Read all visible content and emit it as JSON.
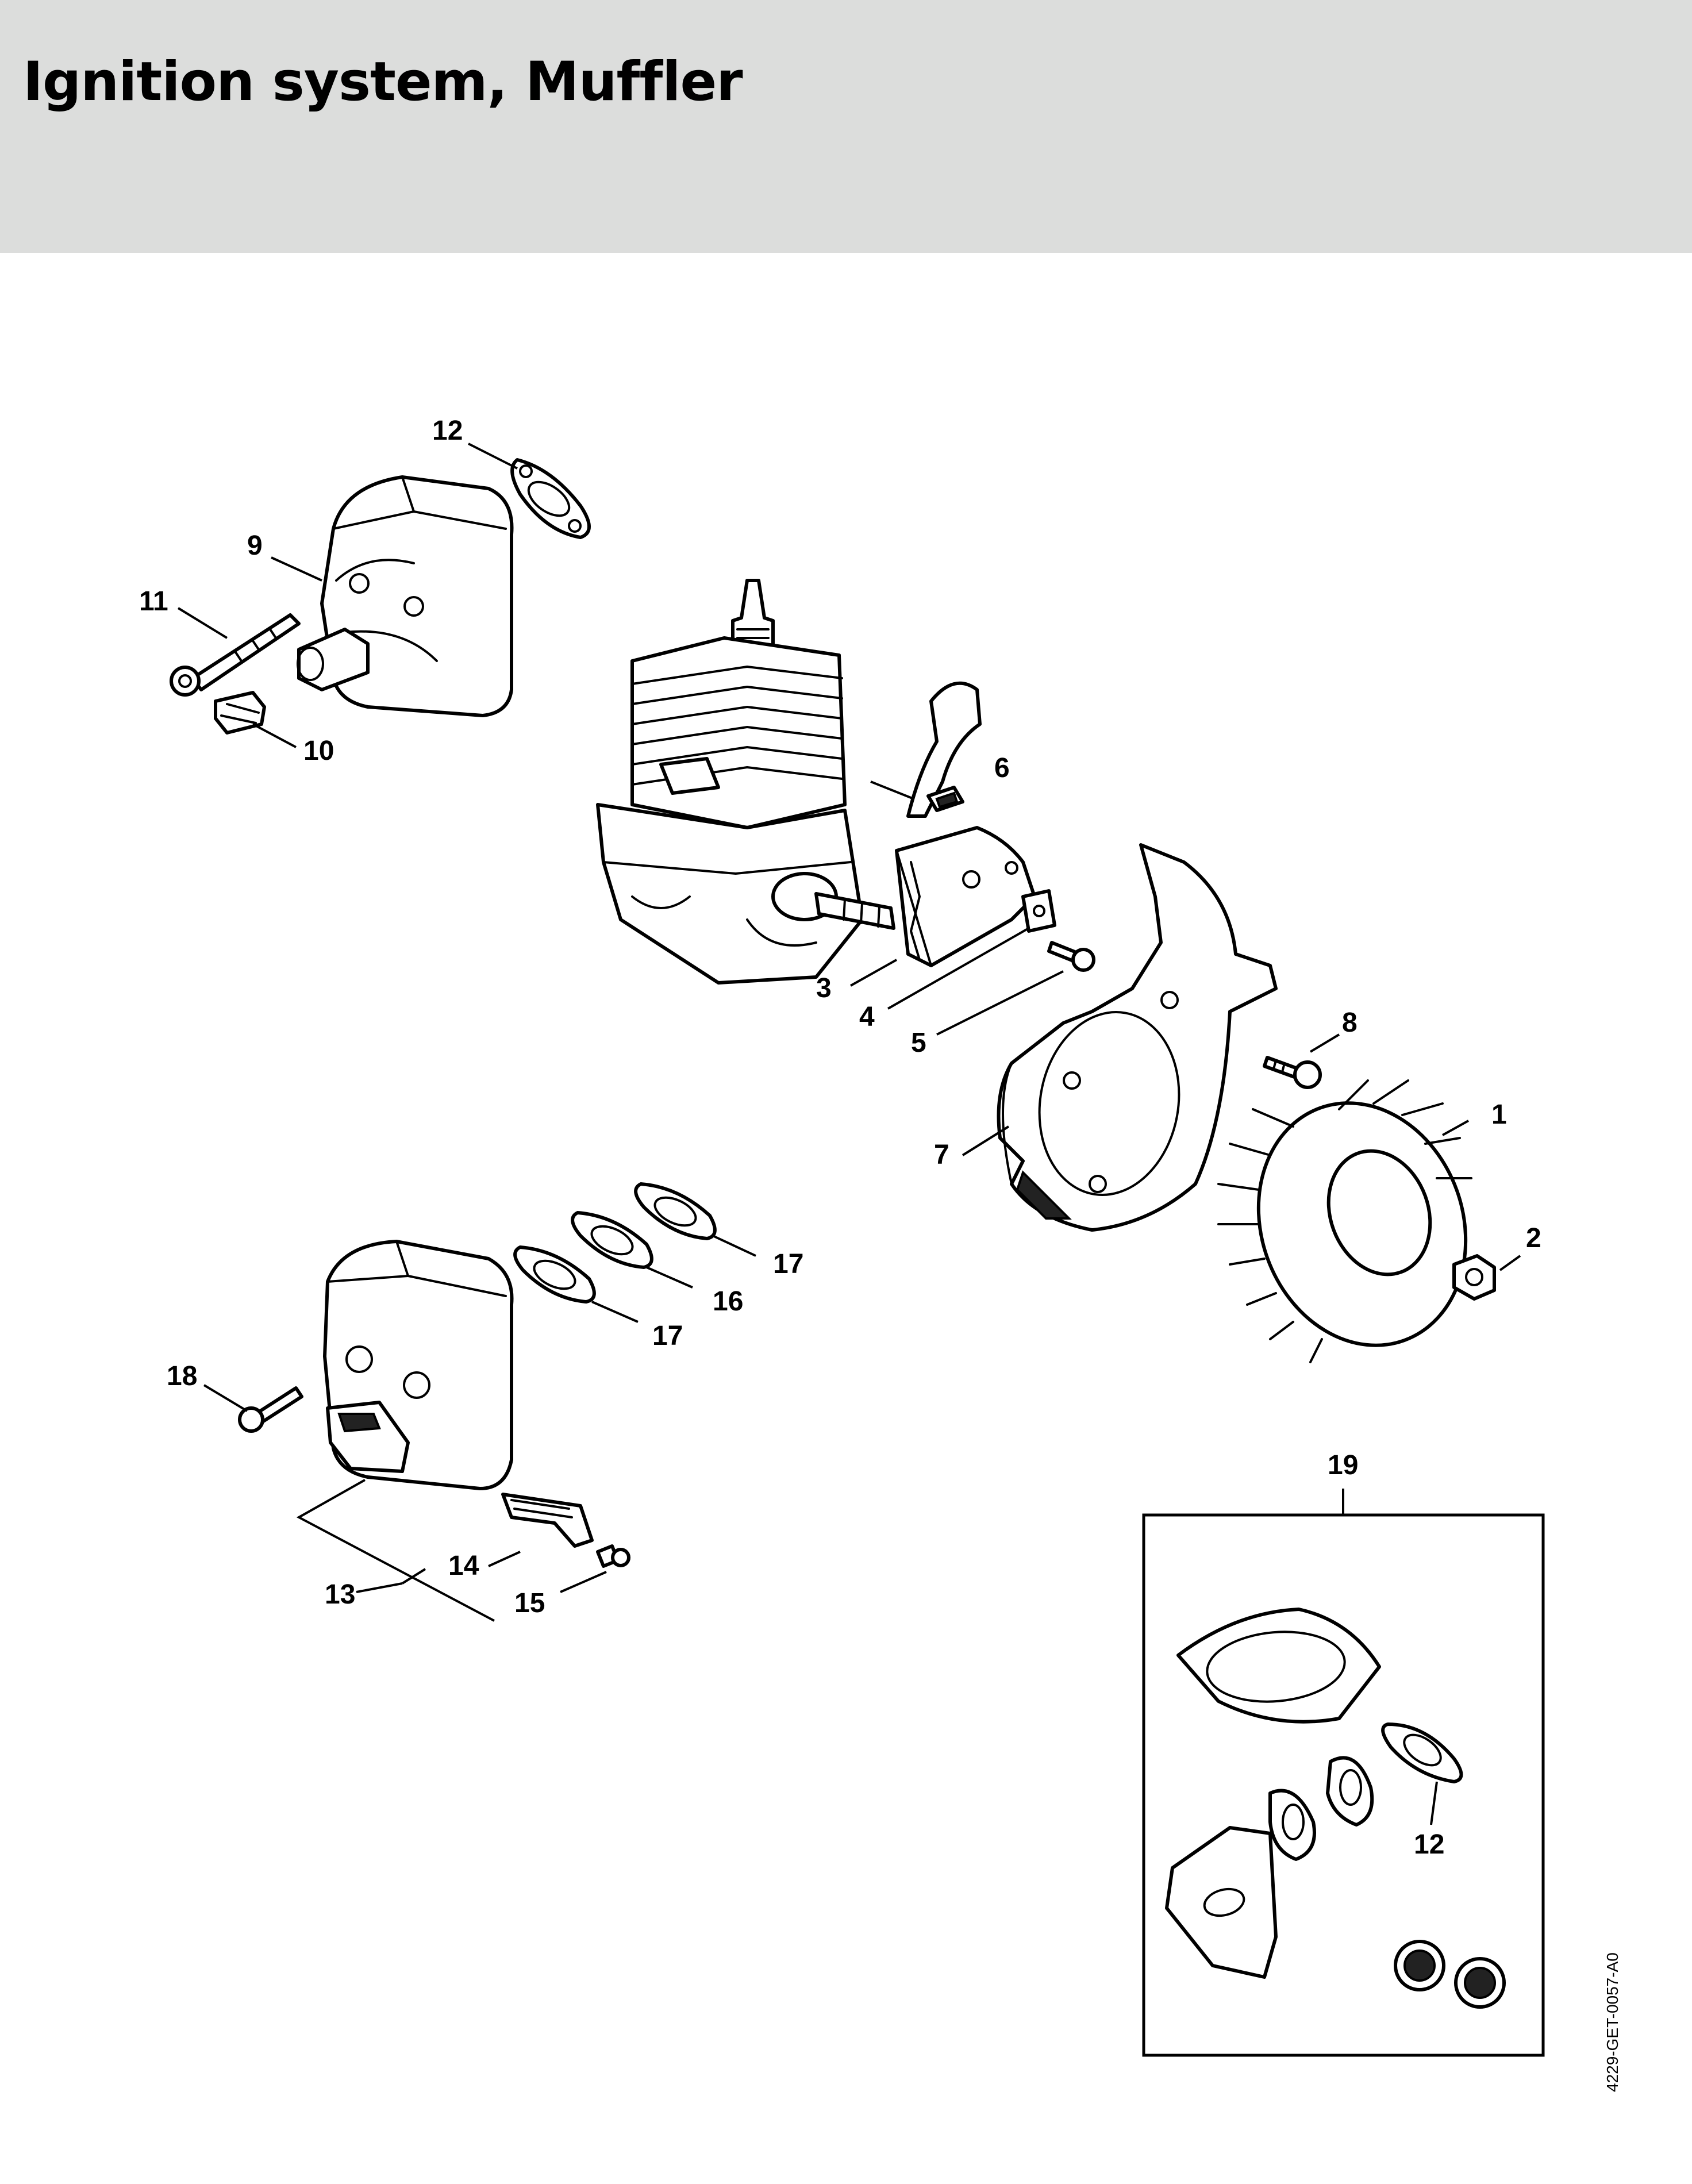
{
  "header": {
    "title": "Ignition system, Muffler"
  },
  "figure_code": "4229-GET-0057-A0",
  "callouts": {
    "c1": "1",
    "c2": "2",
    "c3": "3",
    "c4": "4",
    "c5": "5",
    "c6": "6",
    "c7": "7",
    "c8": "8",
    "c9": "9",
    "c10": "10",
    "c11": "11",
    "c12a": "12",
    "c13": "13",
    "c14": "14",
    "c15": "15",
    "c16": "16",
    "c17a": "17",
    "c17b": "17",
    "c18": "18",
    "c19": "19",
    "c12b": "12"
  }
}
